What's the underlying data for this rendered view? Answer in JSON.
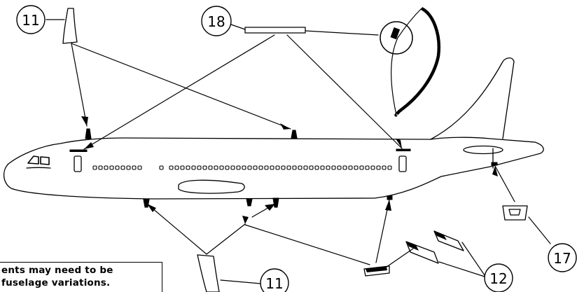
{
  "callouts": {
    "c11_top": "11",
    "c18": "18",
    "c17": "17",
    "c12": "12",
    "c11_bottom": "11"
  },
  "note": {
    "line1": "ents may need to be",
    "line2": "fuselage variations."
  },
  "colors": {
    "ink": "#000000",
    "paper": "#ffffff"
  }
}
